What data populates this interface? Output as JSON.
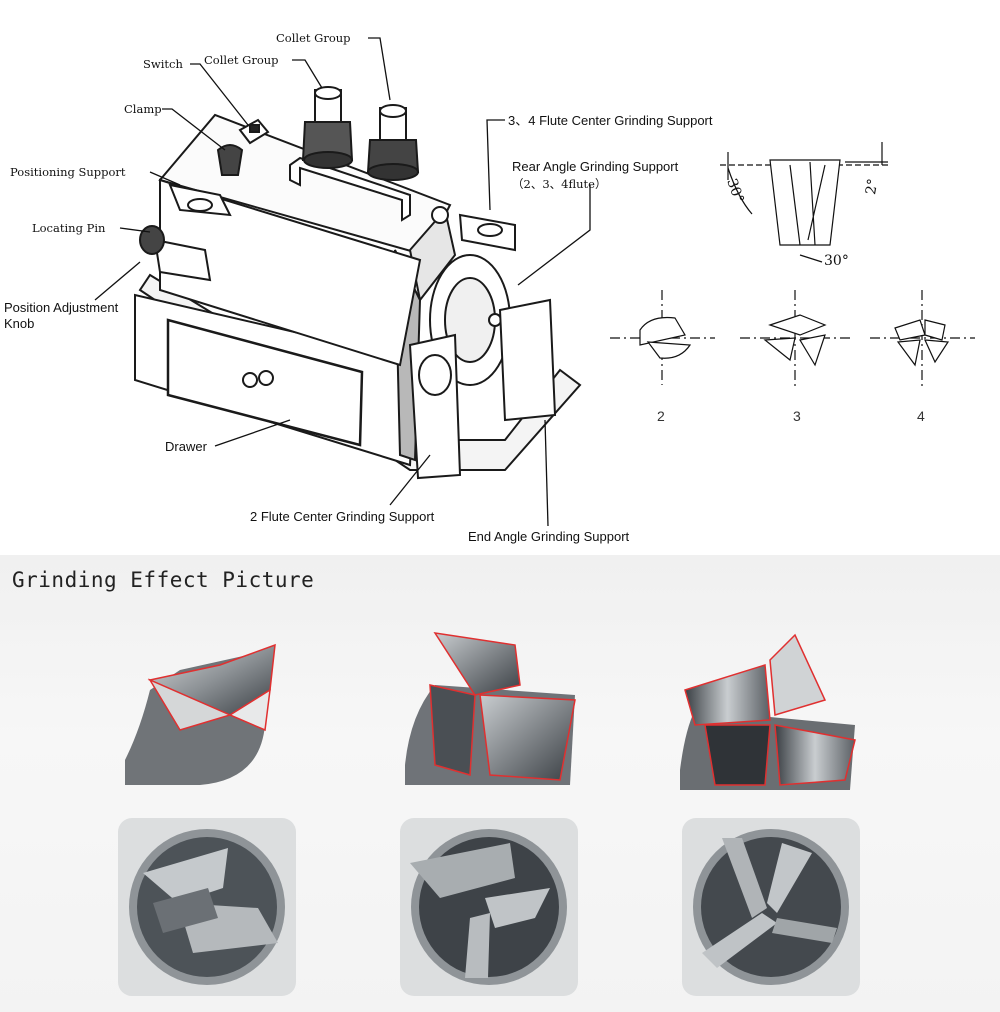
{
  "labels": {
    "collet_group_right": "Collet Group",
    "collet_group_left": "Collet Group",
    "switch": "Switch",
    "clamp": "Clamp",
    "positioning_support": "Positioning Support",
    "locating_pin": "Locating Pin",
    "position_adjustment_knob_1": "Position Adjustment",
    "position_adjustment_knob_2": "Knob",
    "drawer": "Drawer",
    "two_flute_center": "2 Flute Center Grinding Support",
    "end_angle": "End Angle Grinding Support",
    "three_four_flute_center": "3、4 Flute Center Grinding Support",
    "rear_angle_1": "Rear Angle Grinding Support",
    "rear_angle_2": "（2、3、4flute）"
  },
  "angles": {
    "a1": "30°",
    "a2": "2°",
    "a3": "30°"
  },
  "flute_views": [
    "2",
    "3",
    "4"
  ],
  "section_title": "Grinding Effect Picture",
  "colors": {
    "edge_highlight": "#e03030",
    "metal_dark": "#3a3f44",
    "metal_light": "#c9cdd0"
  }
}
